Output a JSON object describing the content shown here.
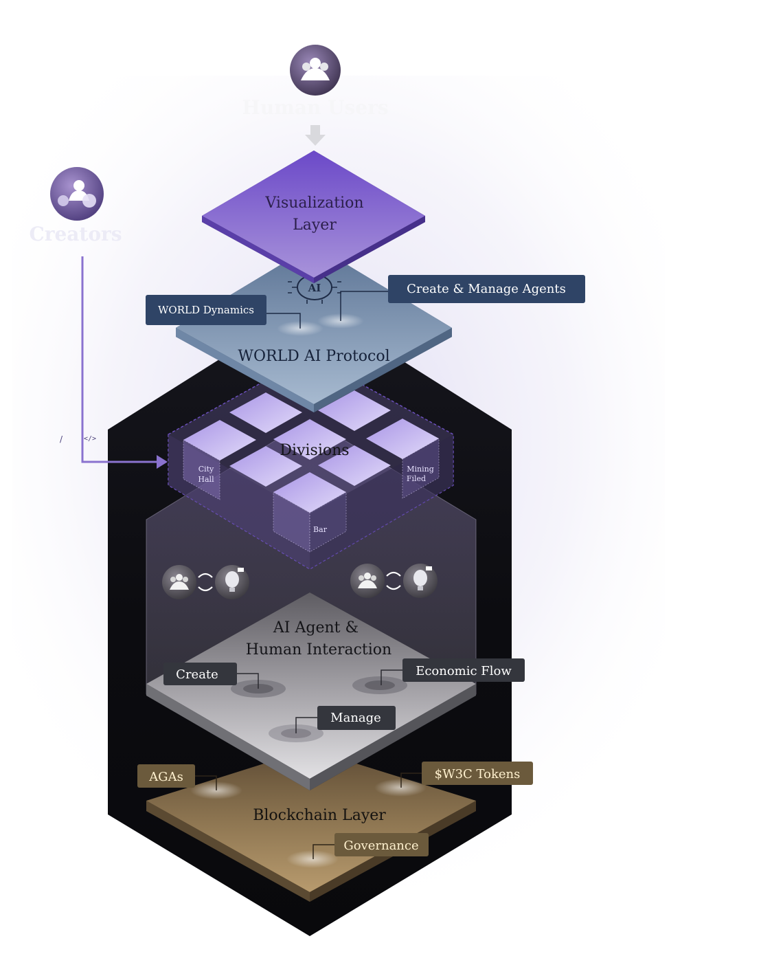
{
  "actors": {
    "human_users": "Human Users",
    "creators": "Creators"
  },
  "layers": {
    "visualization": [
      "Visualization",
      "Layer"
    ],
    "protocol": "WORLD AI Protocol",
    "protocol_chip": "AI",
    "divisions": "Divisions",
    "interaction": [
      "AI Agent &",
      "Human Interaction"
    ],
    "blockchain": "Blockchain Layer"
  },
  "callouts": {
    "world_dynamics": "WORLD Dynamics",
    "create_manage_agents": "Create & Manage Agents",
    "create": "Create",
    "economic_flow": "Economic Flow",
    "manage": "Manage",
    "agas": "AGAs",
    "w3c_tokens": "$W3C Tokens",
    "governance": "Governance"
  },
  "divisions": {
    "city_hall": [
      "City",
      "Hall"
    ],
    "mining": [
      "Mining",
      "Filed"
    ],
    "bar": "Bar"
  },
  "creator_tools": {
    "pen": "/",
    "code": "</>"
  },
  "colors": {
    "purple": "#6f52c4",
    "protocol_blue": "#7e97b6",
    "dark_label": "#2a3a55",
    "grey_label": "#3a3d45",
    "gold_label": "#6b5a3c",
    "gold_text": "#fff1cf"
  }
}
